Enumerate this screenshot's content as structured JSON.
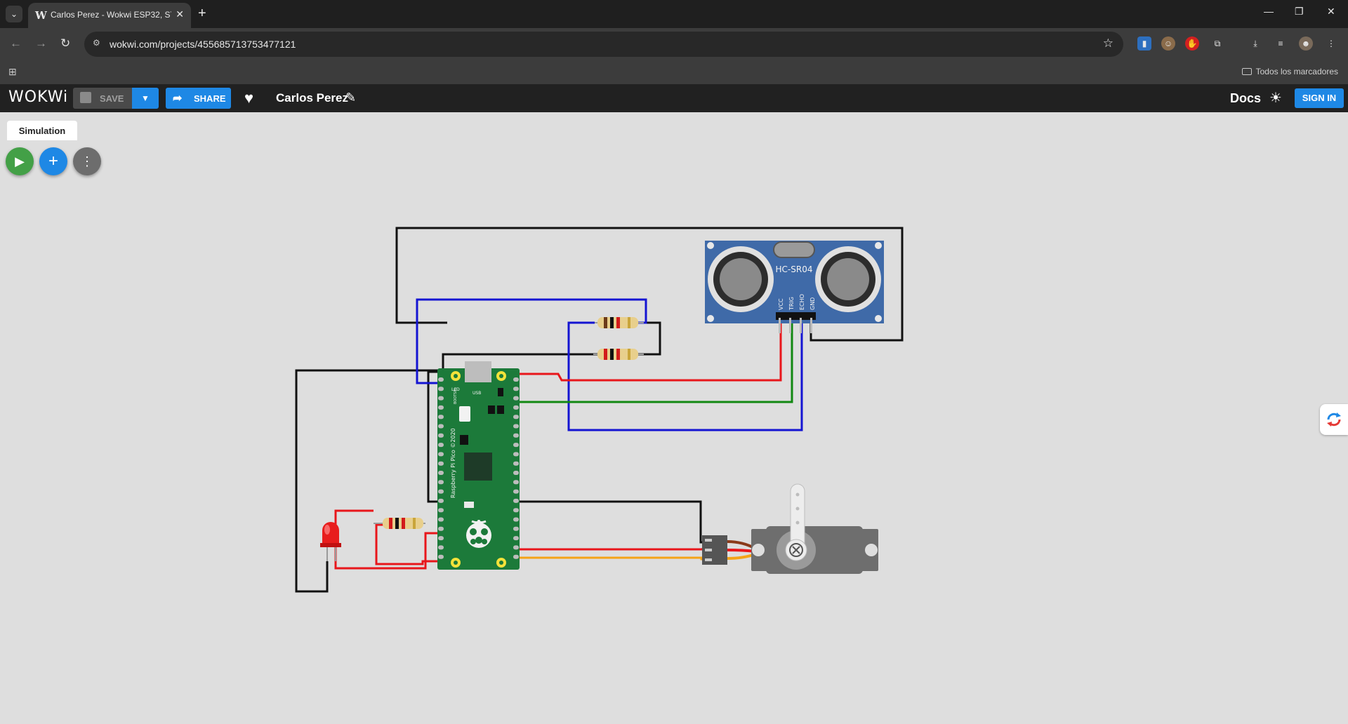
{
  "browser": {
    "tab_title": "Carlos Perez - Wokwi ESP32, ST",
    "url": "wokwi.com/projects/455685713753477121",
    "bookmarks_label": "Todos los marcadores"
  },
  "app": {
    "logo": "WOKWi",
    "save_label": "SAVE",
    "share_label": "SHARE",
    "project_name": "Carlos Perez",
    "docs_label": "Docs",
    "signin_label": "SIGN IN"
  },
  "workspace": {
    "tab_label": "Simulation",
    "board_silkscreen": "Raspberry Pi Pico ©2020",
    "sensor_label": "HC-SR04",
    "sensor_pins": [
      "VCC",
      "TRIG",
      "ECHO",
      "GND"
    ],
    "board_usb_label": "USB",
    "board_led_label": "LED",
    "board_bootsel_label": "BOOTSEL"
  },
  "icons": {
    "tab_search": "chevron-down-icon",
    "favicon": "wokwi-w-icon",
    "play": "play-icon",
    "add": "plus-icon",
    "more": "more-vertical-icon"
  },
  "colors": {
    "wire_red": "#e8161b",
    "wire_blue": "#1414d2",
    "wire_green": "#118811",
    "wire_black": "#111111",
    "wire_orange": "#f5a316",
    "board_green": "#1c7a3a",
    "sensor_blue": "#3f6aa8",
    "accent_blue": "#1e88e5"
  }
}
